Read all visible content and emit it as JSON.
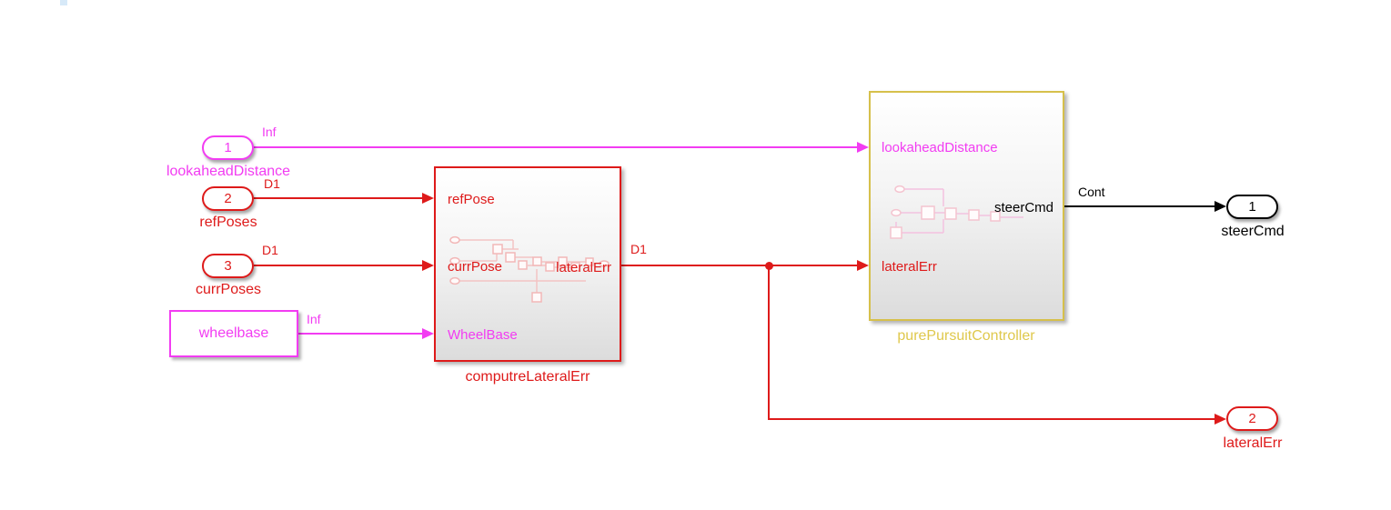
{
  "colors": {
    "magenta": "#F23CF2",
    "red": "#DE1A1A",
    "yellow_border": "#D6C04B",
    "yellow_text": "#DFC84C",
    "black": "#000000"
  },
  "inports": [
    {
      "num": "1",
      "label": "lookaheadDistance",
      "signal": "Inf"
    },
    {
      "num": "2",
      "label": "refPoses",
      "signal": "D1"
    },
    {
      "num": "3",
      "label": "currPoses",
      "signal": "D1"
    }
  ],
  "wheelbase": {
    "label": "wheelbase",
    "signal": "Inf"
  },
  "compute_block": {
    "name": "computreLateralErr",
    "port_refpose": "refPose",
    "port_currpose": "currPose",
    "port_wheelbase": "WheelBase",
    "port_out": "lateralErr",
    "out_signal": "D1"
  },
  "pursuit_block": {
    "name": "purePursuitController",
    "port_lookahead": "lookaheadDistance",
    "port_lateralerr": "lateralErr",
    "port_out": "steerCmd",
    "out_signal": "Cont"
  },
  "outports": [
    {
      "num": "1",
      "label": "steerCmd"
    },
    {
      "num": "2",
      "label": "lateralErr"
    }
  ]
}
